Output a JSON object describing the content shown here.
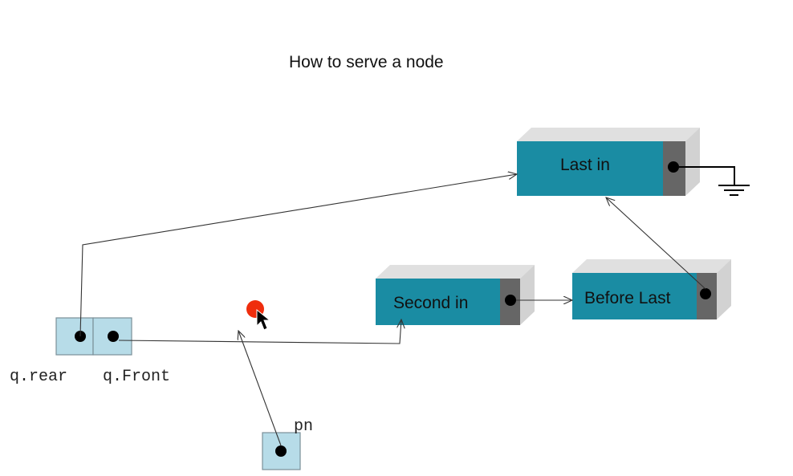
{
  "title": "How to serve a node",
  "nodes": [
    {
      "id": "last-in",
      "label": "Last in"
    },
    {
      "id": "second-in",
      "label": "Second in"
    },
    {
      "id": "before-last",
      "label": "Before Last"
    }
  ],
  "pointer_labels": {
    "rear": "q.rear",
    "front": "q.Front",
    "pn": "pn"
  },
  "colors": {
    "node_face": "#1a8ca3",
    "node_pointer_cell": "#666666",
    "node_side": "#d2d2d2",
    "node_top": "#e0e0e0",
    "pointer_box_fill": "#b7dce8",
    "pointer_box_stroke": "#7b8f98",
    "cursor_highlight": "#ee2200"
  },
  "icons": [
    "ground-icon",
    "mouse-cursor-icon",
    "click-highlight-icon"
  ]
}
